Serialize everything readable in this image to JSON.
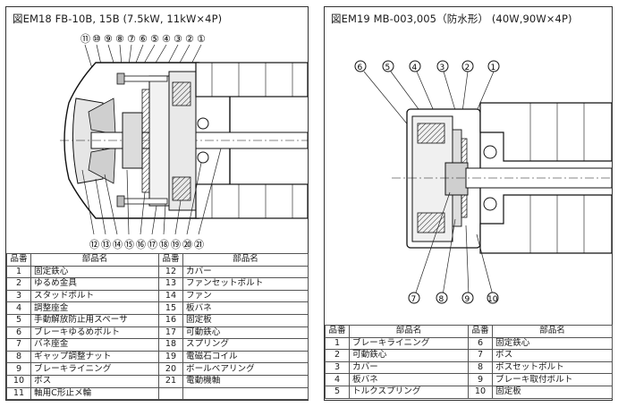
{
  "left": {
    "title": "図EM18  FB-10B, 15B  (7.5kW, 11kW×4P)",
    "top_callouts": [
      "⑪",
      "⑩",
      "⑨",
      "⑧",
      "⑦",
      "⑥",
      "⑤",
      "④",
      "③",
      "②",
      "①"
    ],
    "bottom_callouts": [
      "⑫",
      "⑬",
      "⑭",
      "⑮",
      "⑯",
      "⑰",
      "⑱",
      "⑲",
      "⑳",
      "㉑"
    ],
    "table": {
      "col_no": "品番",
      "col_name": "部品名",
      "rows": [
        [
          "1",
          "固定鉄心",
          "12",
          "カバー"
        ],
        [
          "2",
          "ゆるめ金具",
          "13",
          "ファンセットボルト"
        ],
        [
          "3",
          "スタッドボルト",
          "14",
          "ファン"
        ],
        [
          "4",
          "調整座金",
          "15",
          "板バネ"
        ],
        [
          "5",
          "手動解放防止用スペーサ",
          "16",
          "固定板"
        ],
        [
          "6",
          "ブレーキゆるめボルト",
          "17",
          "可動鉄心"
        ],
        [
          "7",
          "バネ座金",
          "18",
          "スプリング"
        ],
        [
          "8",
          "ギャップ調整ナット",
          "19",
          "電磁石コイル"
        ],
        [
          "9",
          "ブレーキライニング",
          "20",
          "ボールベアリング"
        ],
        [
          "10",
          "ボス",
          "21",
          "電動機軸"
        ],
        [
          "11",
          "軸用C形止メ輪",
          "",
          ""
        ]
      ]
    }
  },
  "right": {
    "title": "図EM19  MB-003,005（防水形）  (40W,90W×4P)",
    "top_callouts": [
      "6",
      "5",
      "4",
      "3",
      "2",
      "1"
    ],
    "bottom_callouts": [
      "7",
      "8",
      "9",
      "10"
    ],
    "table": {
      "col_no": "品番",
      "col_name": "部品名",
      "rows": [
        [
          "1",
          "ブレーキライニング",
          "6",
          "固定鉄心"
        ],
        [
          "2",
          "可動鉄心",
          "7",
          "ボス"
        ],
        [
          "3",
          "カバー",
          "8",
          "ボスセットボルト"
        ],
        [
          "4",
          "板バネ",
          "9",
          "ブレーキ取付ボルト"
        ],
        [
          "5",
          "トルクスプリング",
          "10",
          "固定板"
        ]
      ]
    }
  }
}
